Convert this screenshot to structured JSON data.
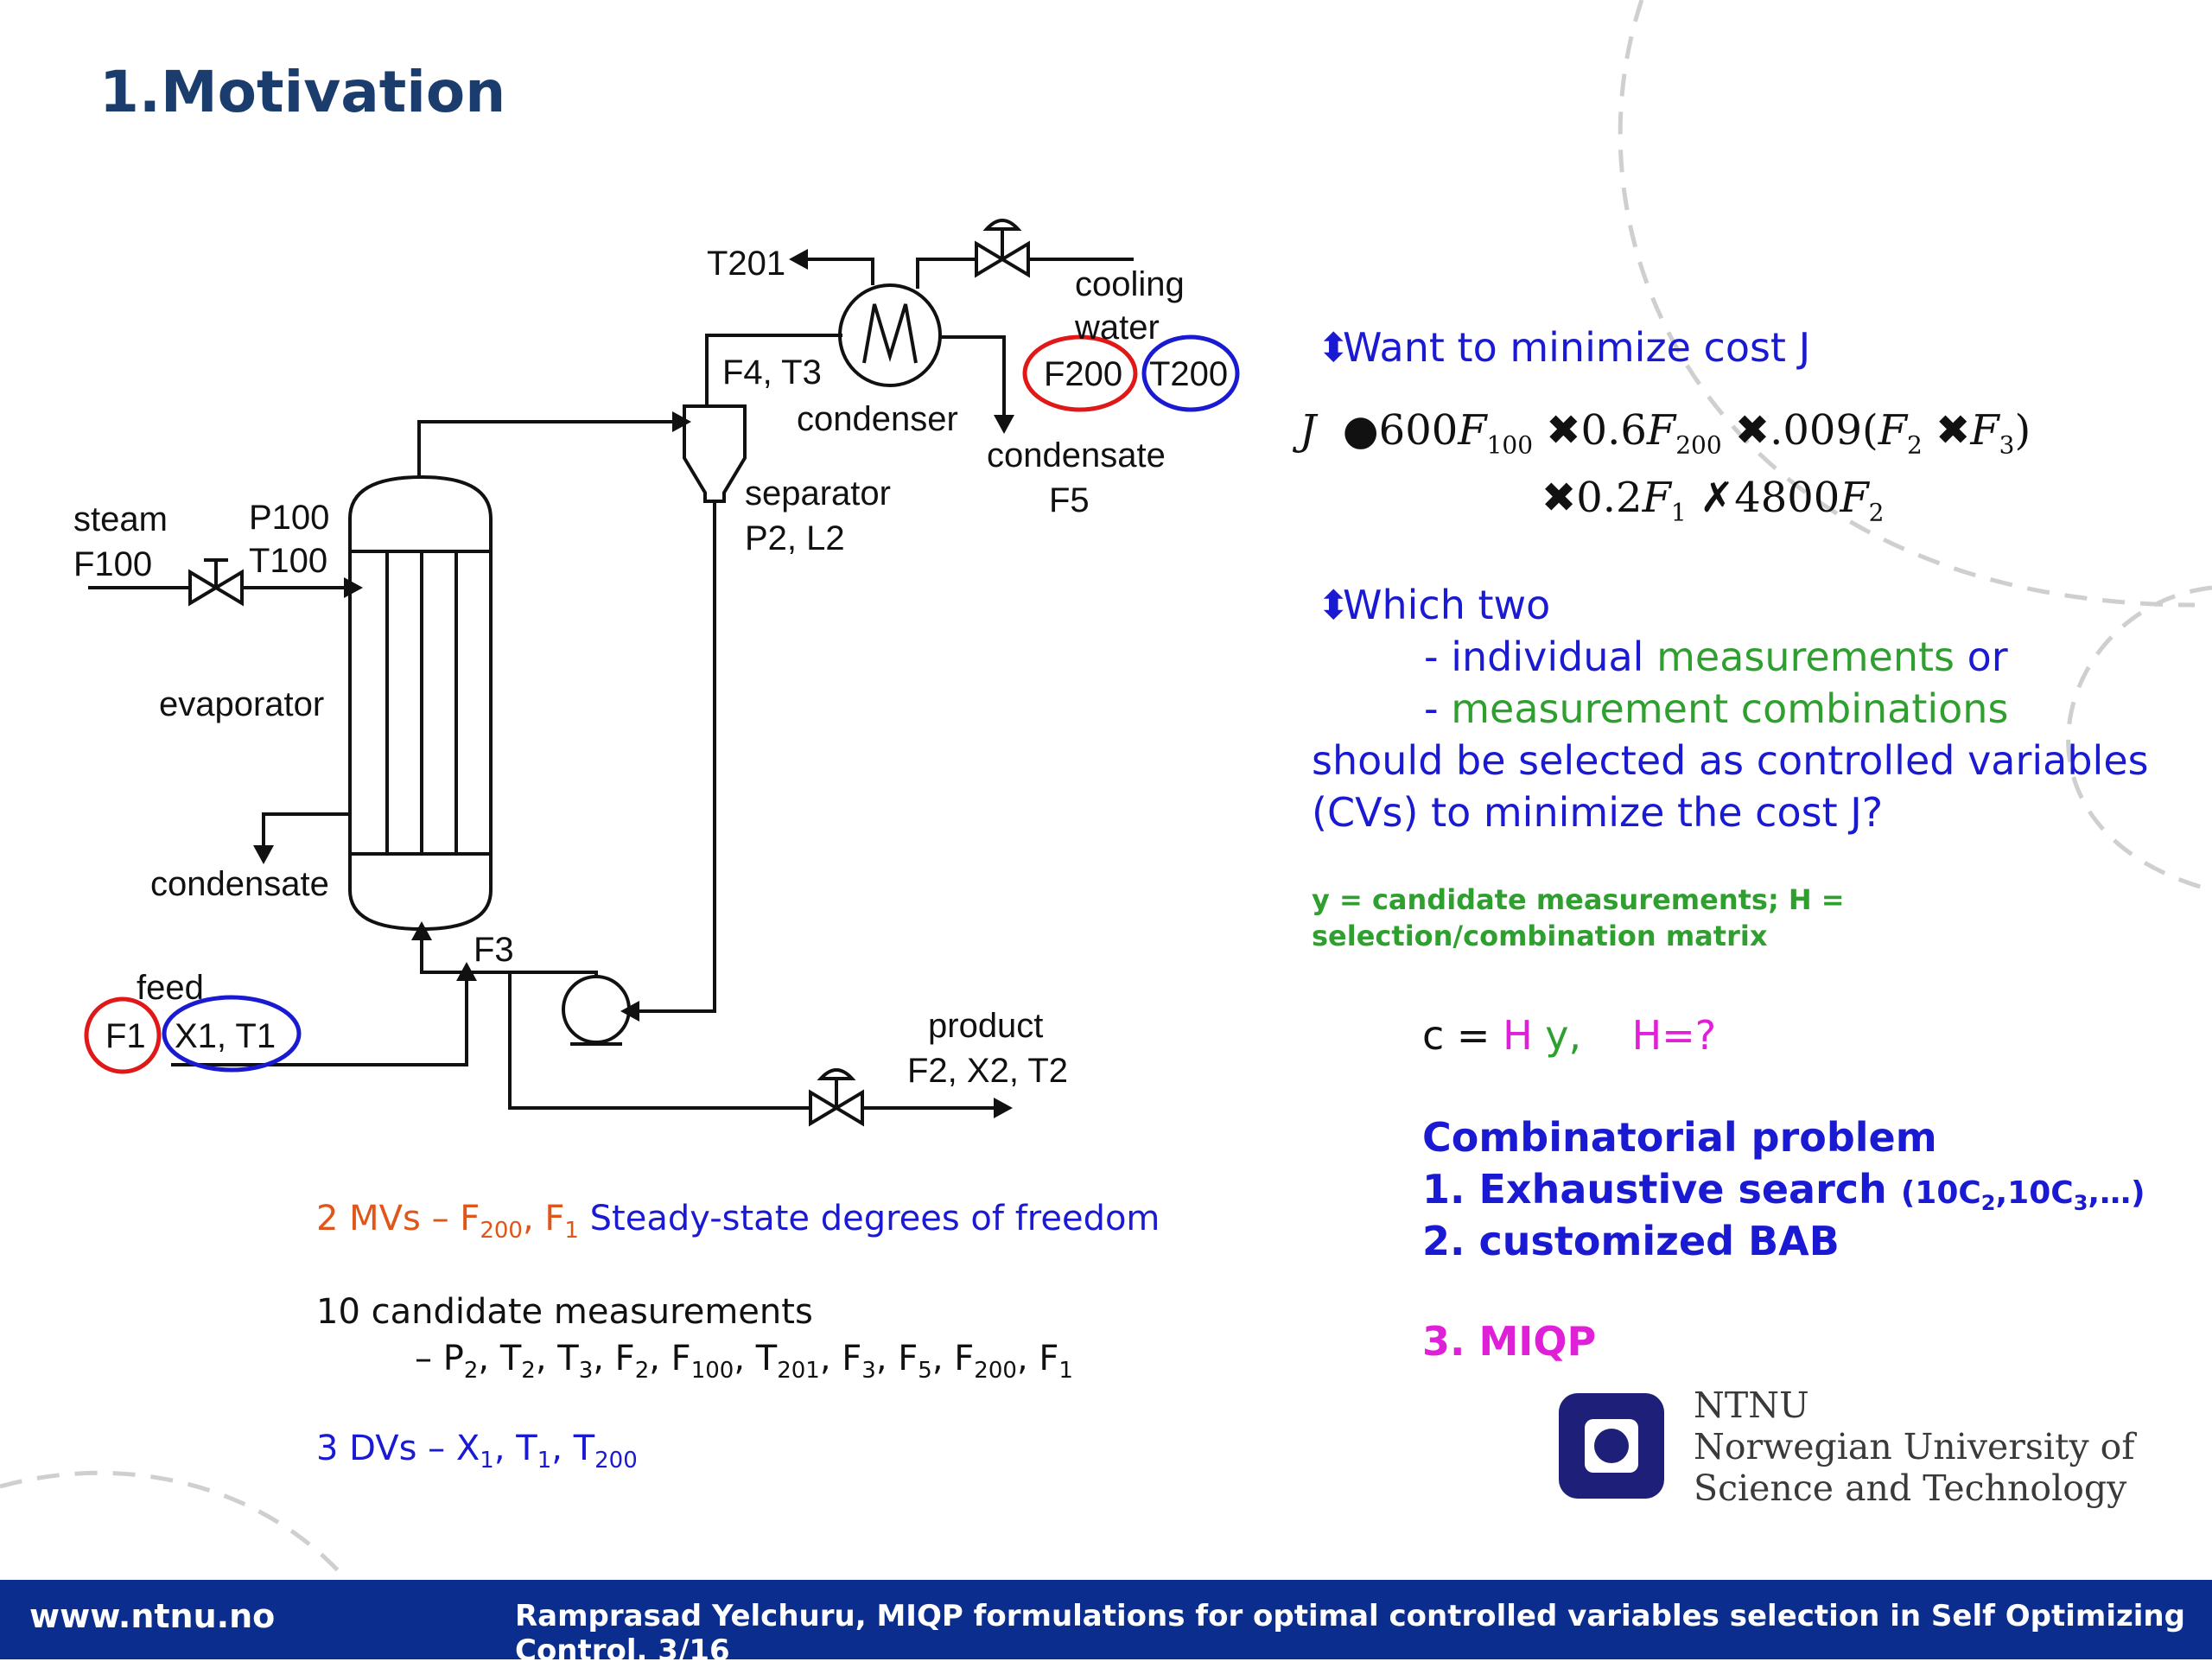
{
  "title": "1.Motivation",
  "diagram": {
    "labels": {
      "t201": "T201",
      "cooling": "cooling",
      "water": "water",
      "f4t3": "F4, T3",
      "f200": "F200",
      "t200": "T200",
      "condenser": "condenser",
      "condensate_top": "condensate",
      "f5": "F5",
      "separator": "separator",
      "p2l2": "P2, L2",
      "steam": "steam",
      "f100": "F100",
      "p100": "P100",
      "t100": "T100",
      "evaporator": "evaporator",
      "condensate_left": "condensate",
      "f3": "F3",
      "feed": "feed",
      "f1": "F1",
      "x1t1": "X1, T1",
      "product": "product",
      "f2x2t2": "F2, X2, T2"
    }
  },
  "left_notes": {
    "mvs": {
      "prefix": "2 MVs – F",
      "sub1": "200",
      "mid": ", F",
      "sub2": "1",
      "rest": " Steady-state degrees of freedom"
    },
    "candidates": {
      "heading": "10 candidate measurements",
      "dash": "–  ",
      "items": [
        {
          "base": "P",
          "sub": "2"
        },
        {
          "base": "T",
          "sub": "2"
        },
        {
          "base": "T",
          "sub": "3"
        },
        {
          "base": "F",
          "sub": "2"
        },
        {
          "base": "F",
          "sub": "100"
        },
        {
          "base": "T",
          "sub": "201"
        },
        {
          "base": "F",
          "sub": "3"
        },
        {
          "base": "F",
          "sub": "5"
        },
        {
          "base": "F",
          "sub": "200"
        },
        {
          "base": "F",
          "sub": "1"
        }
      ]
    },
    "dvs": {
      "prefix": "3 DVs – X",
      "s1": "1",
      "m1": ", T",
      "s2": "1",
      "m2": ", T",
      "s3": "200"
    }
  },
  "right_panel": {
    "bullet1": "Want to minimize cost J",
    "bullet2": "Which two",
    "line_individual_a": "- individual ",
    "line_individual_b": "measurements",
    "line_individual_c": " or",
    "line_combo_a": "- ",
    "line_combo_b": "measurement combinations",
    "line_should": "should be selected as controlled variables",
    "line_cvs": "(CVs) to minimize the cost J?",
    "yh_note": "y = candidate measurements; H = selection/combination matrix",
    "c_eq": "c = ",
    "c_H": "H",
    "c_y": " y,",
    "c_Hq": "H=?",
    "comb_title": "Combinatorial problem",
    "comb_1": "1. Exhaustive search",
    "comb_1_paren": "(10C",
    "comb_1_s1": "2",
    "comb_1_mid": ",10C",
    "comb_1_s2": "3",
    "comb_1_end": ",…)",
    "comb_2": "2. customized BAB",
    "comb_3": "3. MIQP"
  },
  "equation": {
    "J": "J",
    "t1": "600",
    "F100": "F",
    "s100": "100",
    "t2": "0.6",
    "s200": "200",
    "t3": ".009(",
    "s2": "2",
    "s3": "3",
    "close": ")",
    "t4": "0.2",
    "s1": "1",
    "t5": "4800"
  },
  "logo": {
    "line1": "NTNU",
    "line2": "Norwegian University of",
    "line3": "Science and Technology"
  },
  "footer": {
    "url": "www.ntnu.no",
    "citation": "Ramprasad Yelchuru, MIQP formulations for optimal controlled variables selection in Self Optimizing Control, 3/16"
  },
  "colors": {
    "title": "#1a3d6e",
    "blue_text": "#1a1ad2",
    "green_text": "#2fa02f",
    "magenta_text": "#e01fd8",
    "orange_text": "#e0561a",
    "red_circle": "#e01818",
    "blue_circle": "#1a1ad2",
    "footer_bg": "#0b2d8e"
  }
}
